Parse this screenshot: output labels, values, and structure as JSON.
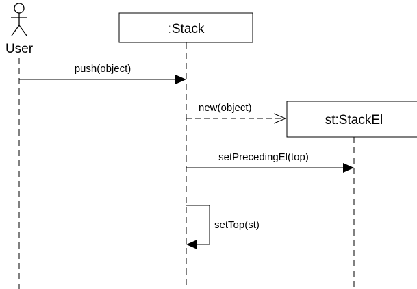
{
  "actor": {
    "name": "User"
  },
  "participants": [
    {
      "id": "stack",
      "label": ":Stack"
    },
    {
      "id": "stackel",
      "label": "st:StackEl"
    }
  ],
  "messages": [
    {
      "id": "push",
      "label": "push(object)",
      "from": "User",
      "to": ":Stack",
      "style": "synchronous"
    },
    {
      "id": "new",
      "label": "new(object)",
      "from": ":Stack",
      "to": "st:StackEl",
      "style": "create"
    },
    {
      "id": "setPrecedingEl",
      "label": "setPrecedingEl(top)",
      "from": ":Stack",
      "to": "st:StackEl",
      "style": "synchronous"
    },
    {
      "id": "setTop",
      "label": "setTop(st)",
      "from": ":Stack",
      "to": ":Stack",
      "style": "self"
    }
  ],
  "colors": {
    "line": "#000000",
    "background": "#ffffff"
  }
}
